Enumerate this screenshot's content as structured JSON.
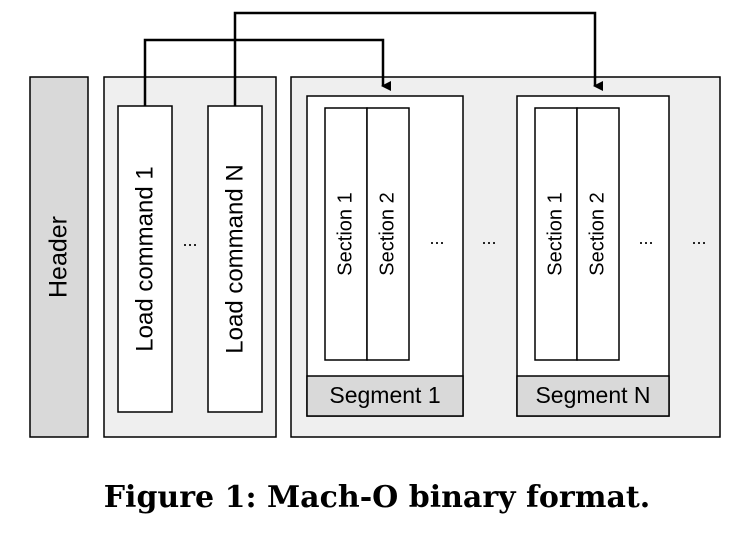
{
  "header": {
    "label": "Header"
  },
  "load_commands": {
    "items": [
      {
        "label": "Load command 1"
      },
      {
        "label": "Load command N"
      }
    ],
    "ellipsis": "..."
  },
  "segments": [
    {
      "label": "Segment 1",
      "sections": [
        {
          "label": "Section 1"
        },
        {
          "label": "Section 2"
        }
      ],
      "ellipsis": "..."
    },
    {
      "label": "Segment N",
      "sections": [
        {
          "label": "Section 1"
        },
        {
          "label": "Section 2"
        }
      ],
      "ellipsis": "..."
    }
  ],
  "between_segments_ellipsis": "...",
  "after_segments_ellipsis": "...",
  "caption": "Figure 1: Mach-O binary format.",
  "colors": {
    "header_fill": "#d9d9d9",
    "container_fill": "#efefef",
    "segment_label_fill": "#d9d9d9",
    "box_fill": "#ffffff",
    "stroke": "#000000"
  }
}
